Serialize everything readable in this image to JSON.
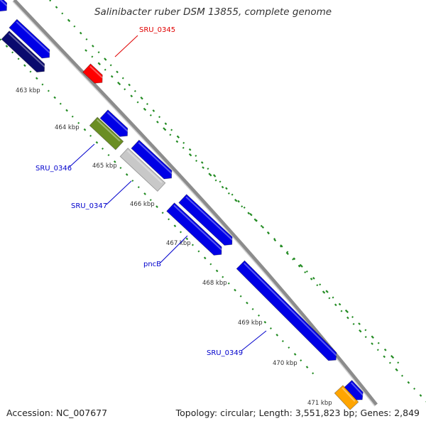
{
  "title": "Salinibacter ruber DSM 13855, complete genome",
  "accession": "Accession: NC_007677",
  "summary": "Topology: circular; Length: 3,551,823 bp; Genes: 2,849",
  "colors": {
    "backbone": "#8c8c8c",
    "forward_gene": "#0000e6",
    "dark_gene": "#0a0a6e",
    "rna_gene": "#ff0000",
    "olive_gene": "#6b8e23",
    "pseudo_gene": "#c8c8c8",
    "orange_gene": "#ffa500",
    "gc_dots": "#228b22",
    "label_blue": "#0000cc",
    "label_red": "#e00000"
  },
  "ticks": [
    "463 kbp",
    "464 kbp",
    "465 kbp",
    "466 kbp",
    "467 kbp",
    "468 kbp",
    "469 kbp",
    "470 kbp",
    "471 kbp"
  ],
  "gene_labels": [
    {
      "text": "SRU_0345",
      "color": "red"
    },
    {
      "text": "SRU_0346",
      "color": "blue"
    },
    {
      "text": "SRU_0347",
      "color": "blue"
    },
    {
      "text": "pncB",
      "color": "blue"
    },
    {
      "text": "SRU_0349",
      "color": "blue"
    }
  ]
}
